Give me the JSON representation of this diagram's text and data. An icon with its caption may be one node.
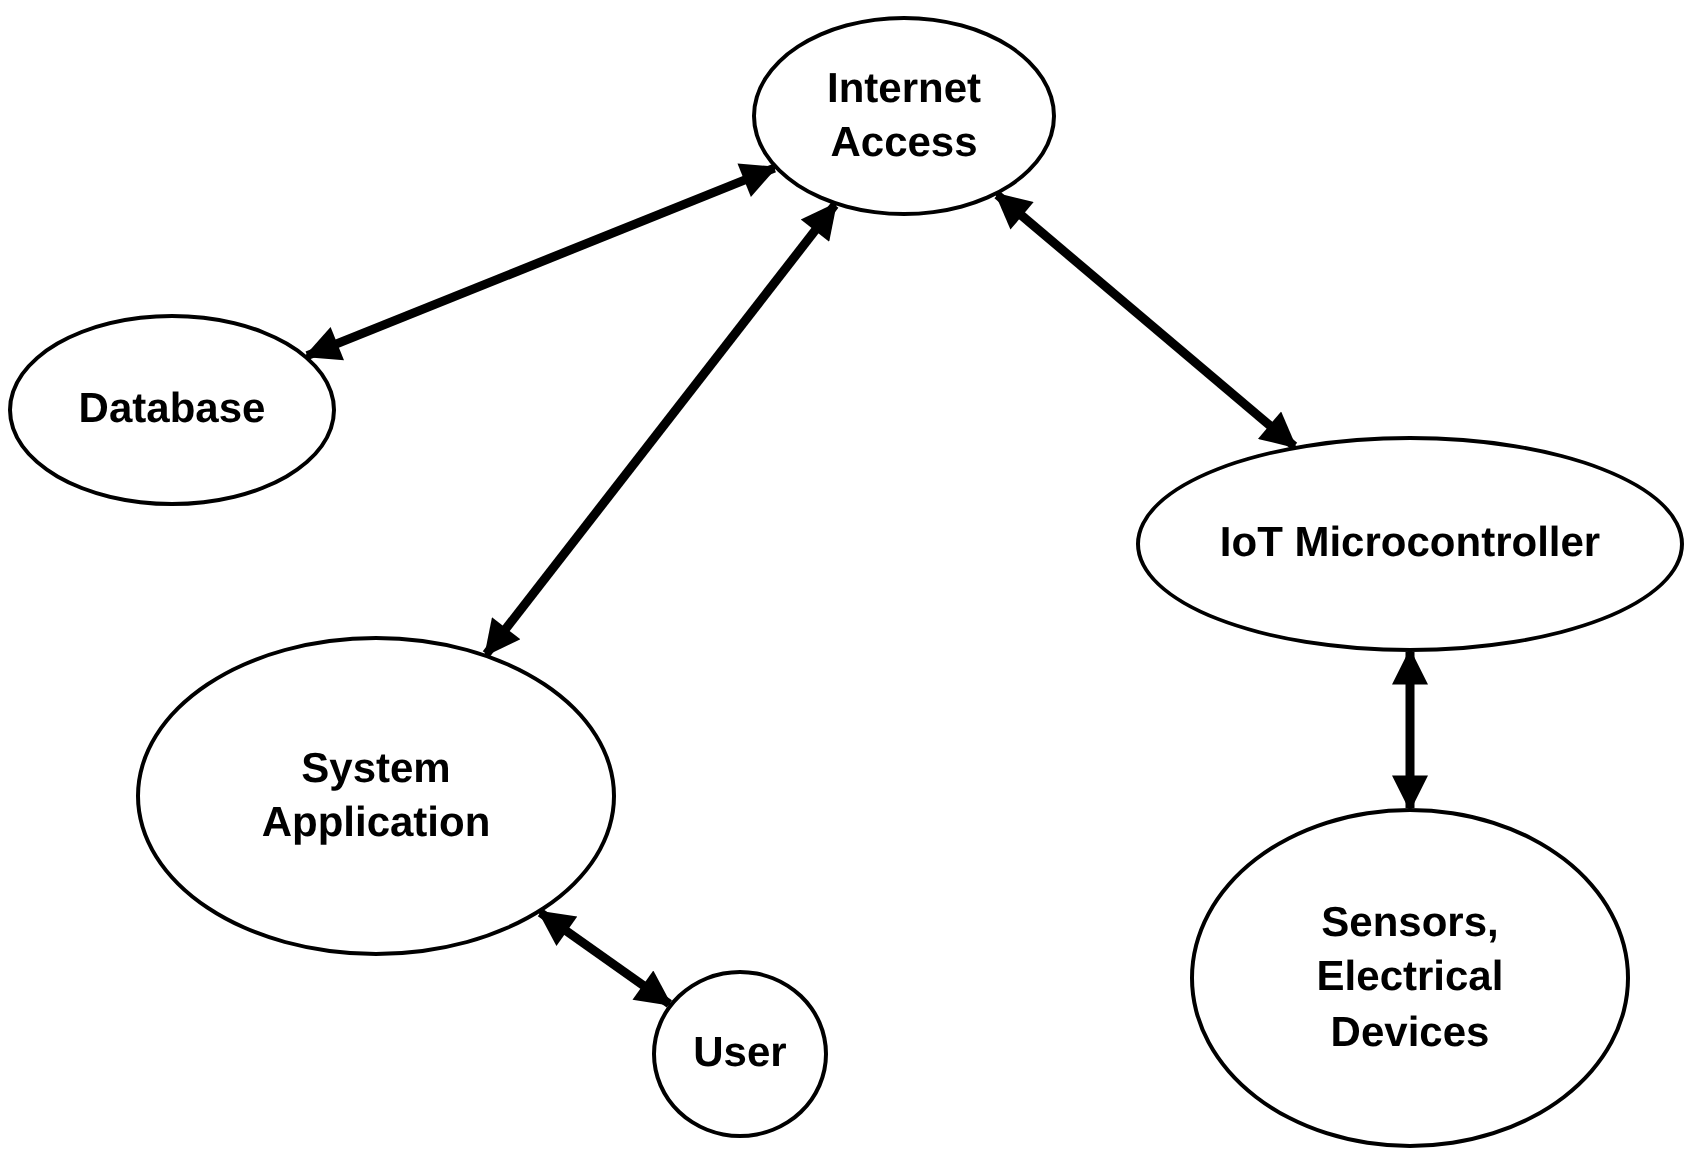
{
  "diagram": {
    "nodes": [
      {
        "text": [
          "Internet Access"
        ]
      },
      {
        "text": [
          "Database"
        ]
      },
      {
        "text": [
          "IoT Microcontroller"
        ]
      },
      {
        "text": [
          "System Application"
        ]
      },
      {
        "text": [
          "Sensors, Electrical Devices"
        ]
      },
      {
        "text": [
          "User"
        ]
      }
    ],
    "edges": [
      {
        "from": 1,
        "to": 0,
        "arrow": "both"
      },
      {
        "from": 3,
        "to": 0,
        "arrow": "both"
      },
      {
        "from": 0,
        "to": 2,
        "arrow": "both"
      },
      {
        "from": 2,
        "to": 4,
        "arrow": "both"
      },
      {
        "from": 3,
        "to": 5,
        "arrow": "both"
      }
    ]
  }
}
